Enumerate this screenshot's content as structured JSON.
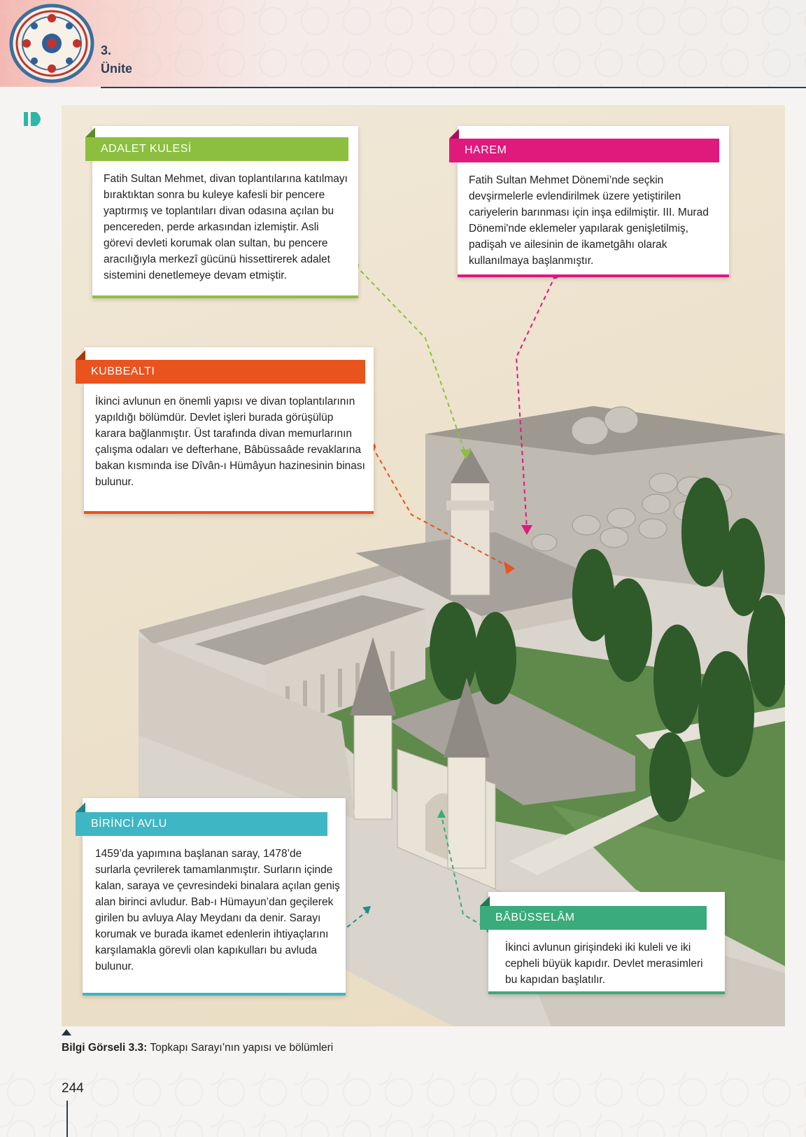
{
  "header": {
    "unit_number": "3.",
    "unit_label": "Ünite"
  },
  "callouts": {
    "adalet": {
      "title": "ADALET KULESİ",
      "text": "Fatih Sultan Mehmet, divan toplantılarına katılmayı bıraktıktan sonra bu kuleye kafesli bir pencere yaptırmış ve toplantıları divan odasına açılan bu pencereden, perde arkasından izlemiştir. Asli görevi devleti korumak olan sultan, bu pencere aracılığıyla merkezî gücünü hissettirerek adalet sistemini denetlemeye devam etmiştir.",
      "color": "#8cbf3f"
    },
    "harem": {
      "title": "HAREM",
      "text": "Fatih Sultan Mehmet Dönemi’nde seçkin devşirmelerle evlendirilmek üzere yetiştirilen cariyelerin barınması için inşa edilmiştir. III. Murad Dönemi'nde eklemeler yapılarak genişletilmiş, padişah ve ailesinin de ikametgâhı olarak kullanılmaya başlanmıştır.",
      "color": "#e0197d"
    },
    "kubbealti": {
      "title": "KUBBEALTI",
      "text": "İkinci avlunun en önemli yapısı ve divan toplantılarının yapıldığı bölümdür. Devlet işleri burada görüşülüp karara bağlanmıştır. Üst tarafında divan memurlarının çalışma odaları ve defterhane, Bâbüssaâde revaklarına bakan kısmında ise Dîvân-ı Hümâyun hazinesinin binası bulunur.",
      "color": "#e9531e"
    },
    "birinci": {
      "title": "BİRİNCİ AVLU",
      "text": "1459’da yapımına başlanan saray, 1478’de surlarla çevrilerek tamamlanmıştır. Surların içinde kalan, saraya ve çevresindeki binalara açılan geniş alan birinci avludur. Bab-ı Hümayun’dan geçilerek girilen bu avluya Alay Meydanı da denir. Sarayı korumak ve burada ikamet edenlerin ihtiyaçlarını karşılamakla görevli olan kapıkulları bu avluda bulunur.",
      "color": "#3fb6c4"
    },
    "babusselam": {
      "title": "BÂBÜSSELÂM",
      "text": "İkinci avlunun girişindeki iki kuleli ve iki cepheli büyük kapıdır. Devlet merasimleri bu kapıdan başlatılır.",
      "color": "#3aab7b"
    }
  },
  "caption": {
    "label": "Bilgi Görseli 3.3:",
    "text": " Topkapı Sarayı’nın yapısı ve bölümleri"
  },
  "page_number": "244"
}
